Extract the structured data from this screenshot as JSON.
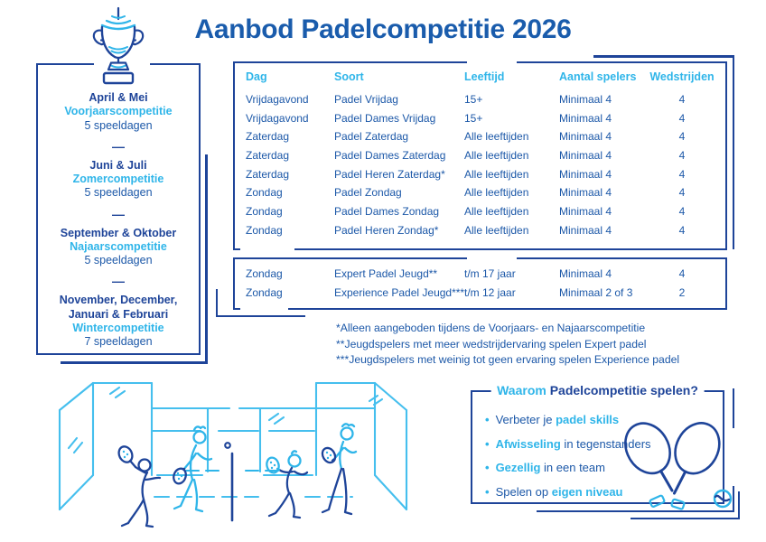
{
  "title": "Aanbod Padelcompetitie 2026",
  "sidebar": {
    "separator": "—",
    "seasons": [
      {
        "months": "April & Mei",
        "name": "Voorjaarscompetitie",
        "days": "5 speeldagen"
      },
      {
        "months": "Juni & Juli",
        "name": "Zomercompetitie",
        "days": "5 speeldagen"
      },
      {
        "months": "September & Oktober",
        "name": "Najaarscompetitie",
        "days": "5 speeldagen"
      },
      {
        "months": "November, December, Januari & Februari",
        "name": "Wintercompetitie",
        "days": "7 speeldagen"
      }
    ]
  },
  "table": {
    "headers": [
      "Dag",
      "Soort",
      "Leeftijd",
      "Aantal spelers",
      "Wedstrijden"
    ],
    "rows": [
      [
        "Vrijdagavond",
        "Padel Vrijdag",
        "15+",
        "Minimaal 4",
        "4"
      ],
      [
        "Vrijdagavond",
        "Padel Dames Vrijdag",
        "15+",
        "Minimaal 4",
        "4"
      ],
      [
        "Zaterdag",
        "Padel Zaterdag",
        "Alle leeftijden",
        "Minimaal 4",
        "4"
      ],
      [
        "Zaterdag",
        "Padel Dames Zaterdag",
        "Alle leeftijden",
        "Minimaal 4",
        "4"
      ],
      [
        "Zaterdag",
        "Padel Heren Zaterdag*",
        "Alle leeftijden",
        "Minimaal 4",
        "4"
      ],
      [
        "Zondag",
        "Padel Zondag",
        "Alle leeftijden",
        "Minimaal 4",
        "4"
      ],
      [
        "Zondag",
        "Padel Dames Zondag",
        "Alle leeftijden",
        "Minimaal 4",
        "4"
      ],
      [
        "Zondag",
        "Padel Heren Zondag*",
        "Alle leeftijden",
        "Minimaal 4",
        "4"
      ]
    ]
  },
  "youth_table": {
    "rows": [
      [
        "Zondag",
        "Expert Padel Jeugd**",
        "t/m 17 jaar",
        "Minimaal 4",
        "4"
      ],
      [
        "Zondag",
        "Experience Padel Jeugd***",
        "t/m 12 jaar",
        "Minimaal 2 of 3",
        "2"
      ]
    ]
  },
  "footnotes": [
    "*Alleen aangeboden tijdens de Voorjaars- en Najaarscompetitie",
    "**Jeugdspelers met meer wedstrijdervaring spelen Expert padel",
    "***Jeugdspelers met weinig tot geen ervaring spelen Experience padel"
  ],
  "why": {
    "title_highlight": "Waarom",
    "title_rest": " Padelcompetitie spelen?",
    "bullet_char": "•",
    "bullets": [
      {
        "pre": "Verbeter je ",
        "highlight": "padel skills",
        "post": ""
      },
      {
        "pre": "",
        "highlight": "Afwisseling",
        "post": " in tegenstanders"
      },
      {
        "pre": "",
        "highlight": "Gezellig",
        "post": " in een team"
      },
      {
        "pre": "Spelen op ",
        "highlight": "eigen niveau",
        "post": ""
      }
    ]
  },
  "colors": {
    "navy": "#1e4499",
    "text_blue": "#1c58a8",
    "cyan": "#2fb5e9",
    "light_cyan": "#45bfee"
  },
  "icons": {
    "trophy": "trophy-icon",
    "rackets": "padel-rackets-icon",
    "court": "padel-court-illustration"
  }
}
